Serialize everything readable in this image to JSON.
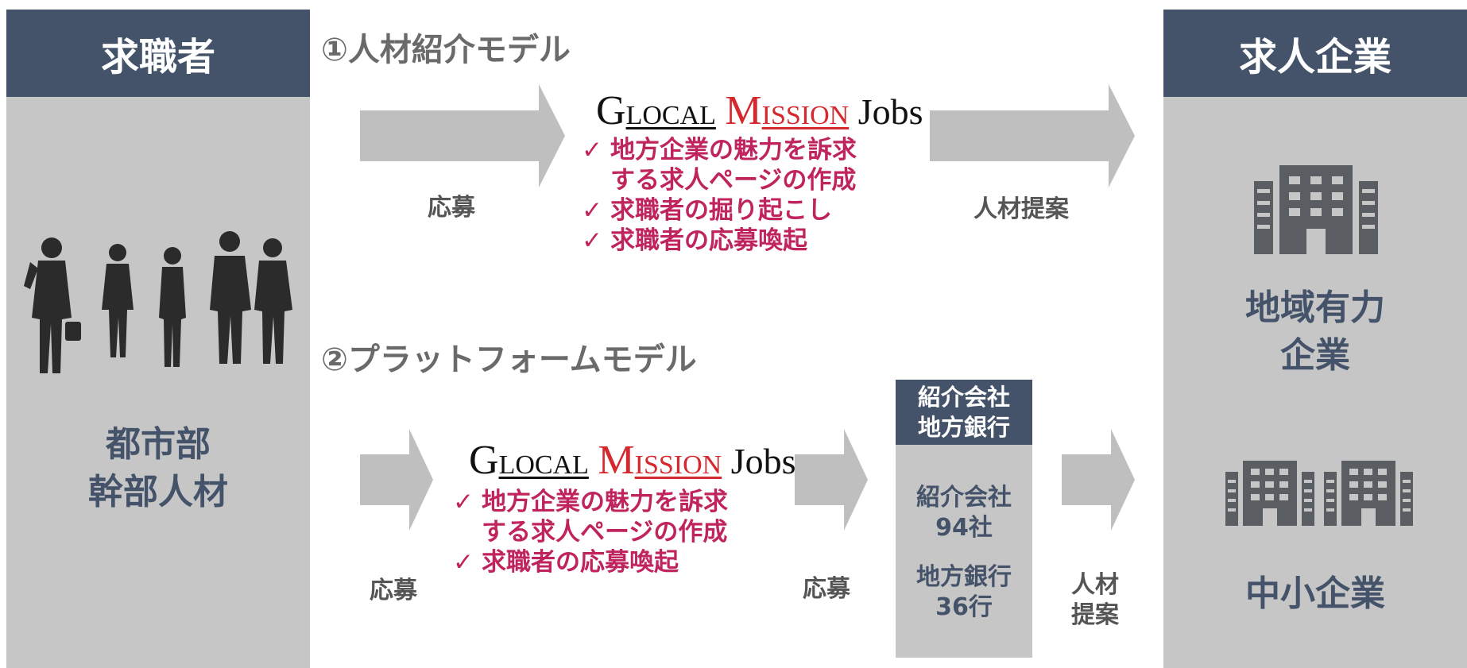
{
  "left_panel": {
    "header": "求職者",
    "label_lines": [
      "都市部",
      "幹部人材"
    ]
  },
  "right_panel": {
    "header": "求人企業",
    "company_a_lines": [
      "地域有力",
      "企業"
    ],
    "company_b": "中小企業"
  },
  "model1": {
    "title": "①人材紹介モデル",
    "apply_label": "応募",
    "propose_label": "人材提案",
    "logo": {
      "g": "G",
      "local": "LOCAL",
      "m": "M",
      "ission": "ISSION",
      "jobs": "Jobs"
    },
    "features": [
      "地方企業の魅力を訴求",
      "する求人ページの作成",
      "求職者の掘り起こし",
      "求職者の応募喚起"
    ]
  },
  "model2": {
    "title": "②プラットフォームモデル",
    "apply_label": "応募",
    "apply_label2": "応募",
    "propose_lines": [
      "人材",
      "提案"
    ],
    "logo": {
      "g": "G",
      "local": "LOCAL",
      "m": "M",
      "ission": "ISSION",
      "jobs": "Jobs"
    },
    "features": [
      "地方企業の魅力を訴求",
      "する求人ページの作成",
      "求職者の応募喚起"
    ],
    "partner": {
      "header_lines": [
        "紹介会社",
        "地方銀行"
      ],
      "stat1_lines": [
        "紹介会社",
        "94社"
      ],
      "stat2_lines": [
        "地方銀行",
        "36行"
      ]
    }
  },
  "check_mark": "✓",
  "colors": {
    "navy": "#445369",
    "panel_gray": "#c6c6c6",
    "arrow_gray": "#bfbfbf",
    "feature_magenta": "#c0245c",
    "logo_red": "#d6282f",
    "icon_dark": "#5a5d61"
  }
}
